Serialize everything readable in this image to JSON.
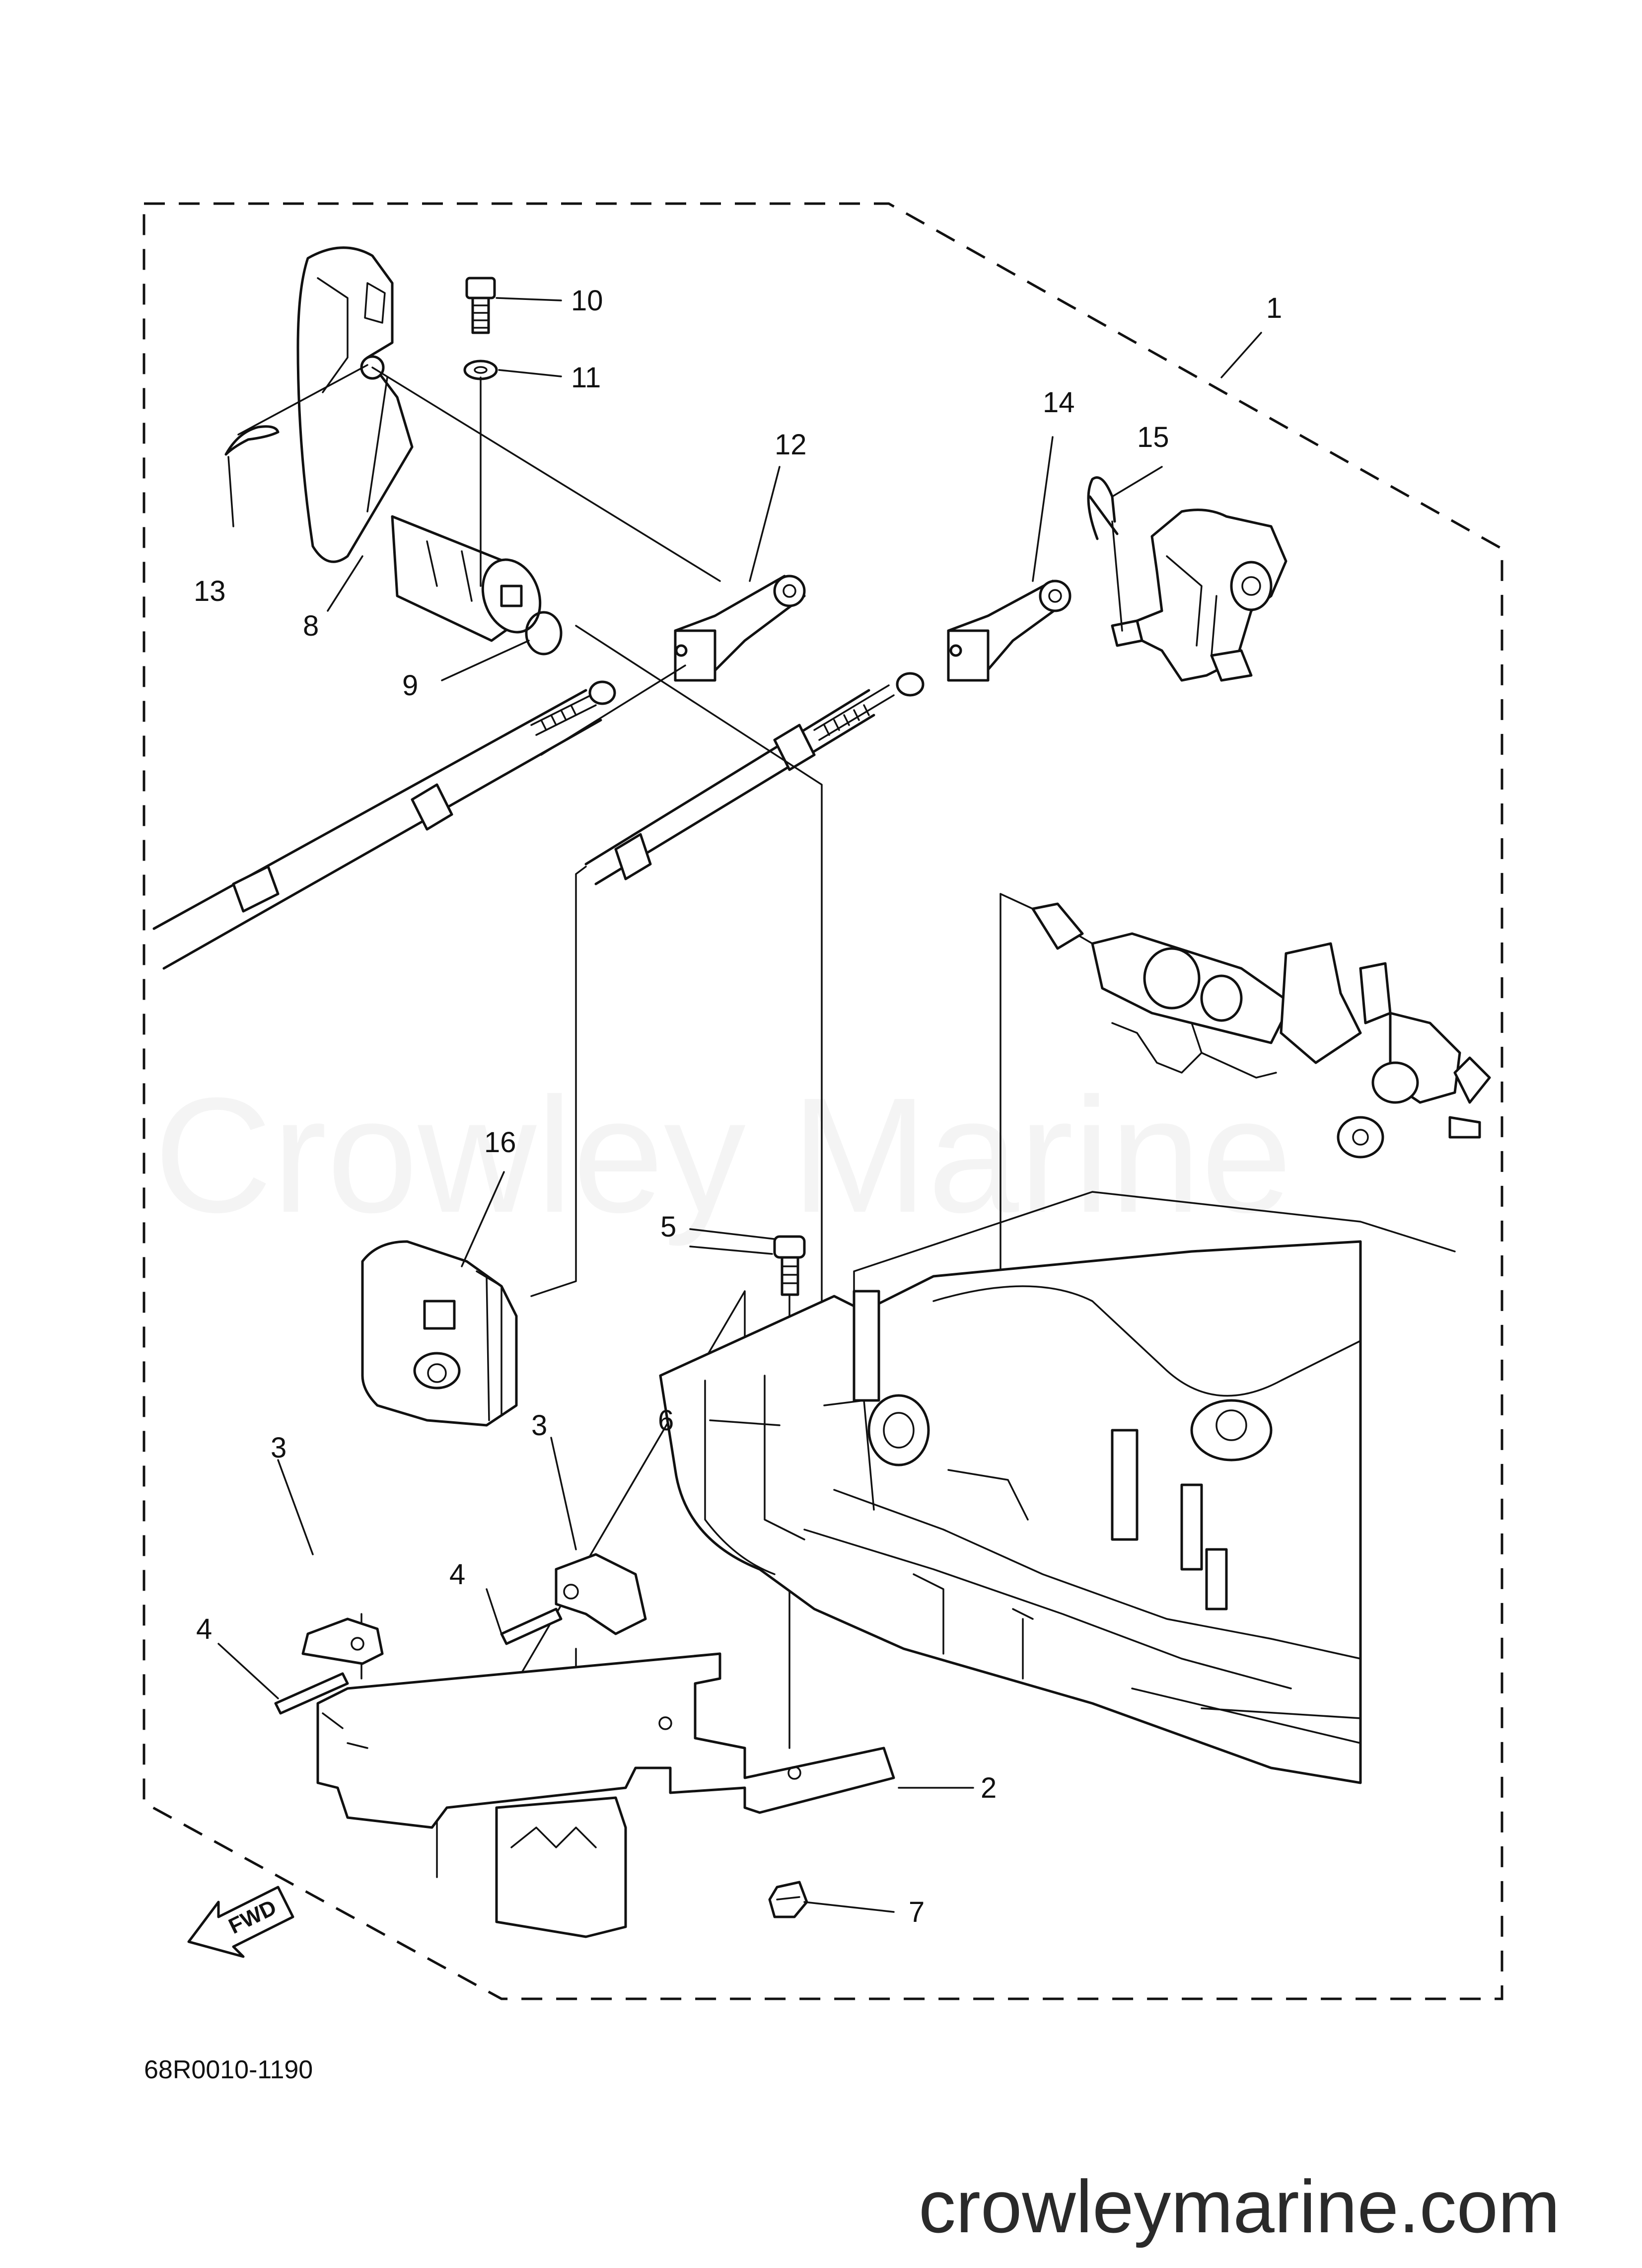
{
  "watermark": "Crowley Marine",
  "diagram_code": "68R0010-1190",
  "website": "crowleymarine.com",
  "fwd_label": "FWD",
  "callouts": {
    "c1": "1",
    "c2": "2",
    "c3a": "3",
    "c3b": "3",
    "c4a": "4",
    "c4b": "4",
    "c5": "5",
    "c6": "6",
    "c7": "7",
    "c8": "8",
    "c9": "9",
    "c10": "10",
    "c11": "11",
    "c12": "12",
    "c13": "13",
    "c14": "14",
    "c15": "15",
    "c16": "16"
  }
}
